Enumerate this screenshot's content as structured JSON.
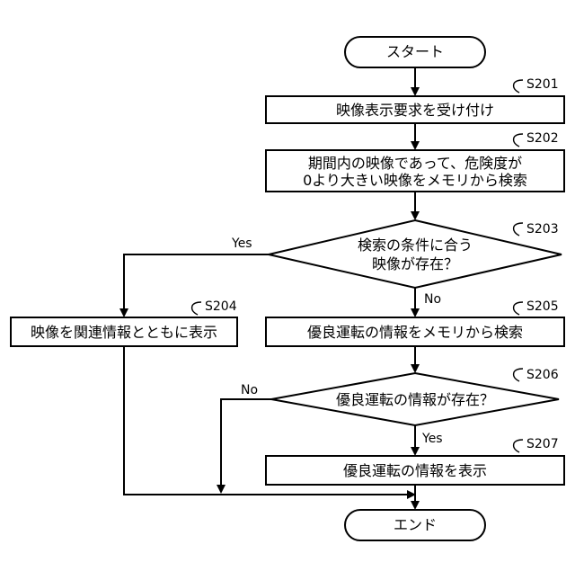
{
  "nodes": {
    "start": "スタート",
    "s201": "映像表示要求を受け付け",
    "s202_line1": "期間内の映像であって、危険度が",
    "s202_line2": "0より大きい映像をメモリから検索",
    "s203_line1": "検索の条件に合う",
    "s203_line2": "映像が存在？",
    "s204": "映像を関連情報とともに表示",
    "s205": "優良運転の情報をメモリから検索",
    "s206": "優良運転の情報が存在？",
    "s207": "優良運転の情報を表示",
    "end": "エンド"
  },
  "step_labels": {
    "s201": "S201",
    "s202": "S202",
    "s203": "S203",
    "s204": "S204",
    "s205": "S205",
    "s206": "S206",
    "s207": "S207"
  },
  "branches": {
    "s203_yes": "Yes",
    "s203_no": "No",
    "s206_no": "No",
    "s206_yes": "Yes"
  }
}
